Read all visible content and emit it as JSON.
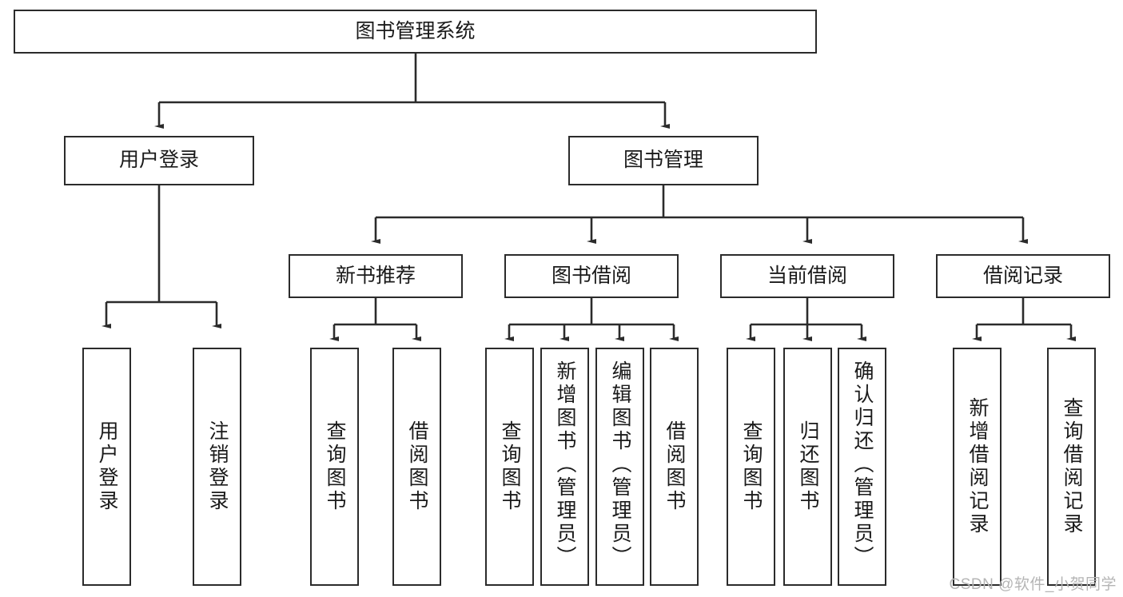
{
  "diagram": {
    "title": "图书管理系统",
    "type": "tree-hierarchy-diagram",
    "colors": {
      "stroke": "#2b2b2b",
      "fill": "#ffffff",
      "text": "#1a1a1a",
      "watermark": "#b5b5b5"
    },
    "root": {
      "label": "图书管理系统"
    },
    "level2": [
      {
        "label": "用户登录"
      },
      {
        "label": "图书管理"
      }
    ],
    "level3": [
      {
        "label": "新书推荐"
      },
      {
        "label": "图书借阅"
      },
      {
        "label": "当前借阅"
      },
      {
        "label": "借阅记录"
      }
    ],
    "leaves": {
      "user_login": [
        {
          "label": "用户登录"
        },
        {
          "label": "注销登录"
        }
      ],
      "new_book_recommend": [
        {
          "label": "查询图书"
        },
        {
          "label": "借阅图书"
        }
      ],
      "book_borrow": [
        {
          "label": "查询图书"
        },
        {
          "label": "新增图书（管理员）"
        },
        {
          "label": "编辑图书（管理员）"
        },
        {
          "label": "借阅图书"
        }
      ],
      "current_borrow": [
        {
          "label": "查询图书"
        },
        {
          "label": "归还图书"
        },
        {
          "label": "确认归还（管理员）"
        }
      ],
      "borrow_record": [
        {
          "label": "新增借阅记录"
        },
        {
          "label": "查询借阅记录"
        }
      ]
    }
  },
  "watermark": {
    "text": "CSDN @软件_小贺同学"
  }
}
